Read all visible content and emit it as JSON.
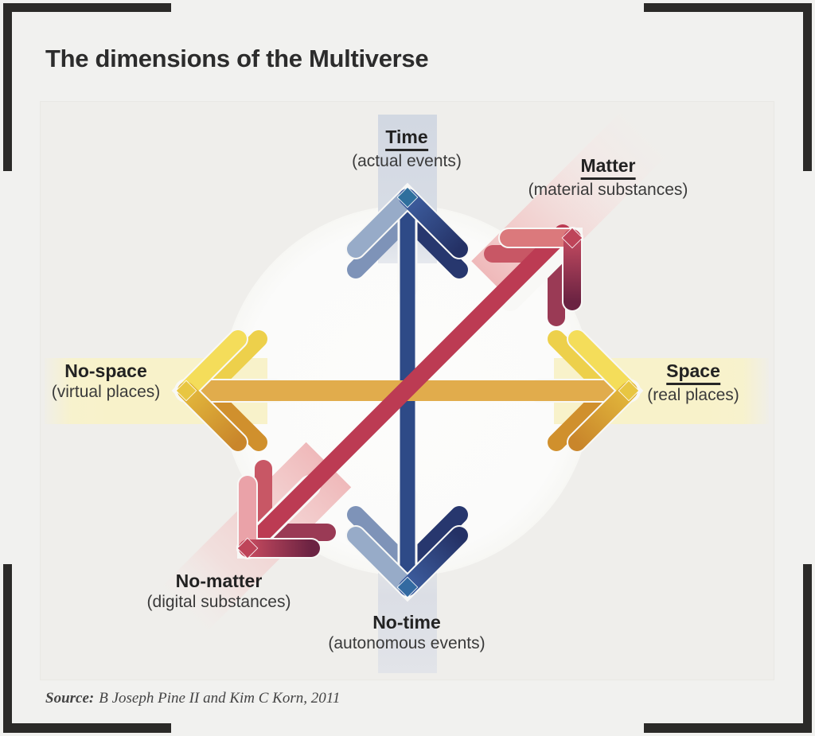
{
  "title": "The dimensions of the Multiverse",
  "axes": {
    "time": {
      "label": "Time",
      "sublabel": "(actual events)"
    },
    "no_time": {
      "label": "No-time",
      "sublabel": "(autonomous events)"
    },
    "space": {
      "label": "Space",
      "sublabel": "(real places)"
    },
    "no_space": {
      "label": "No-space",
      "sublabel": "(virtual places)"
    },
    "matter": {
      "label": "Matter",
      "sublabel": "(material substances)"
    },
    "no_matter": {
      "label": "No-matter",
      "sublabel": "(digital substances)"
    }
  },
  "source": {
    "prefix": "Source:",
    "citation": "B Joseph Pine II and Kim C Korn, 2011"
  },
  "colors": {
    "time_axis": "#2E4A87",
    "space_axis": "#E1AC4C",
    "matter_axis": "#BC3B53",
    "time_band": "#D2D8E2",
    "space_band": "#F8F2CA",
    "matter_band": "#EFB9BA",
    "background": "#F1F1EF",
    "panel": "#EFEEEB",
    "circle": "#FBFBFA",
    "frame_brackets": "#2B2A28"
  }
}
